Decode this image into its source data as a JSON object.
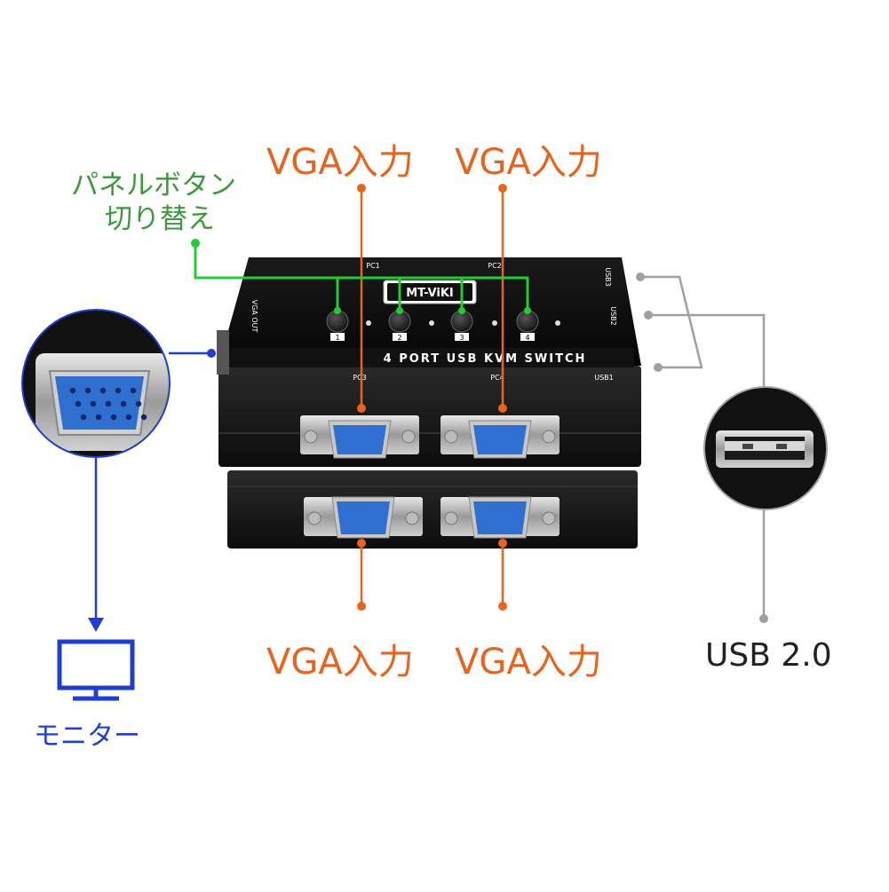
{
  "labels": {
    "vga_top_left": "VGA入力",
    "vga_top_right": "VGA入力",
    "vga_bottom_left": "VGA入力",
    "vga_bottom_right": "VGA入力",
    "panel_line1": "パネルボタン",
    "panel_line2": "切り替え",
    "monitor": "モニター",
    "usb": "USB 2.0"
  },
  "device": {
    "brand": "MT-ViKI",
    "model_text": "4 PORT USB KVM SWITCH",
    "buttons": [
      "1",
      "2",
      "3",
      "4"
    ],
    "port_labels": {
      "pc1": "PC1",
      "pc2": "PC2",
      "pc3": "PC3",
      "pc4": "PC4",
      "usb1": "USB1",
      "usb2": "USB2",
      "usb3": "USB3",
      "vga_out": "VGA OUT"
    }
  },
  "colors": {
    "vga_line": "#e8641e",
    "panel_line": "#22cc33",
    "monitor_line": "#1f3fd0",
    "usb_line": "#a0a0a0",
    "vga_port": "#2f6fd0"
  }
}
